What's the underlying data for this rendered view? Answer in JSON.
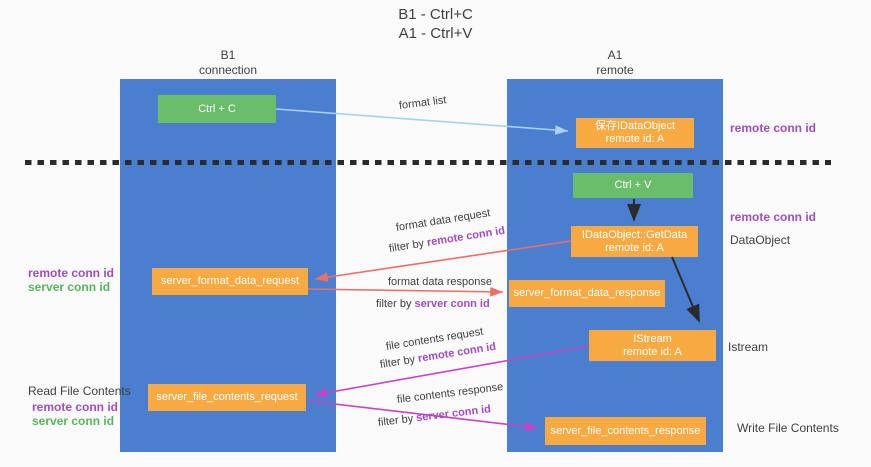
{
  "title": {
    "line1": "B1 - Ctrl+C",
    "line2": "A1 - Ctrl+V"
  },
  "lanes": {
    "b1": {
      "name": "B1",
      "role": "connection"
    },
    "a1": {
      "name": "A1",
      "role": "remote"
    }
  },
  "nodes": {
    "ctrl_c": {
      "label": "Ctrl + C"
    },
    "ctrl_v": {
      "label": "Ctrl + V"
    },
    "save_dataobject": {
      "line1": "保存IDataObject",
      "line2": "remote id: A"
    },
    "getdata": {
      "line1": "IDataObject::GetData",
      "line2": "remote id: A"
    },
    "istream": {
      "line1": "IStream",
      "line2": "remote id: A"
    },
    "server_format_data_request": {
      "label": "server_format_data_request"
    },
    "server_format_data_response": {
      "label": "server_format_data_response"
    },
    "server_file_contents_request": {
      "label": "server_file_contents_request"
    },
    "server_file_contents_response": {
      "label": "server_file_contents_response"
    }
  },
  "arrow_labels": {
    "format_list": "format list",
    "format_data_request": {
      "text": "format data request",
      "filter_prefix": "filter by ",
      "filter_key": "remote conn id"
    },
    "format_data_response": {
      "text": "format data response",
      "filter_prefix": "filter by ",
      "filter_key": "server conn id"
    },
    "file_contents_request": {
      "text": "file contents request",
      "filter_prefix": "filter by ",
      "filter_key": "remote conn id"
    },
    "file_contents_response": {
      "text": "file contents response",
      "filter_prefix": "filter by ",
      "filter_key": "server conn id"
    }
  },
  "side_labels": {
    "right_remote_conn_id_top": "remote conn id",
    "right_remote_conn_id_mid": "remote conn id",
    "right_dataobject": "DataObject",
    "right_istream": "Istream",
    "right_write_file_contents": "Write File Contents",
    "left_remote_conn_id_mid": "remote conn id",
    "left_server_conn_id_mid": "server conn id",
    "left_read_file_contents": "Read File Contents",
    "left_remote_conn_id_bottom": "remote conn id",
    "left_server_conn_id_bottom": "server conn id"
  },
  "colors": {
    "background": "#fafafa",
    "column_blue": "#4a7fd0",
    "box_green": "#6abd69",
    "box_orange": "#f7a942",
    "arrow_blue": "#a5d2f0",
    "arrow_salmon": "#ed6e67",
    "arrow_magenta": "#c642c6",
    "arrow_black": "#2b2b2b",
    "label_purple": "#a04cc2",
    "label_green": "#58b55e",
    "text_dark": "#3f3f3f"
  }
}
